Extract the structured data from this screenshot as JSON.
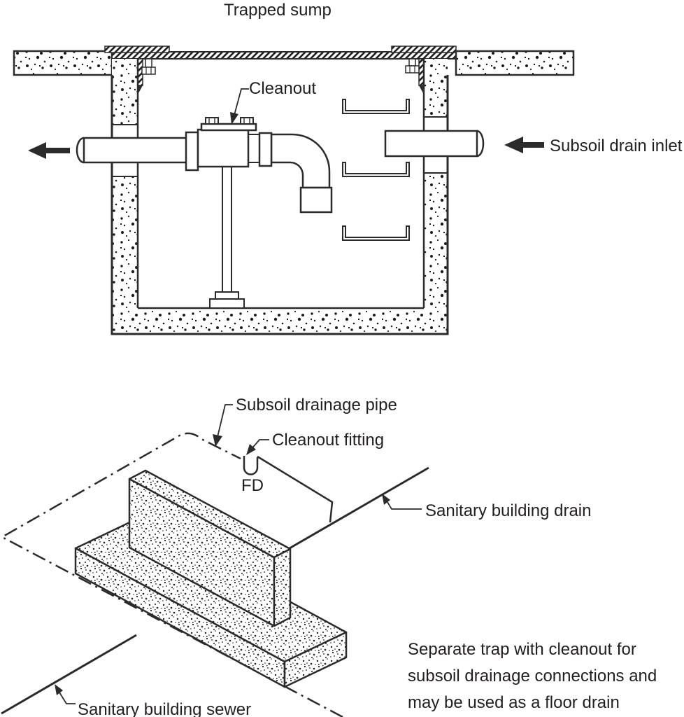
{
  "diagram": {
    "top": {
      "title": "Trapped sump",
      "labels": {
        "cleanout": "Cleanout",
        "inlet": "Subsoil drain inlet"
      }
    },
    "bottom": {
      "labels": {
        "subsoil_pipe": "Subsoil drainage pipe",
        "cleanout_fitting": "Cleanout fitting",
        "fd": "FD",
        "drain": "Sanitary building drain",
        "sewer": "Sanitary building sewer"
      },
      "caption": {
        "line1": "Separate trap with cleanout for",
        "line2": "subsoil drainage connections and",
        "line3": "may be used as a floor drain"
      }
    },
    "colors": {
      "line": "#2b2b2b",
      "text": "#231f20",
      "background": "#ffffff"
    }
  }
}
